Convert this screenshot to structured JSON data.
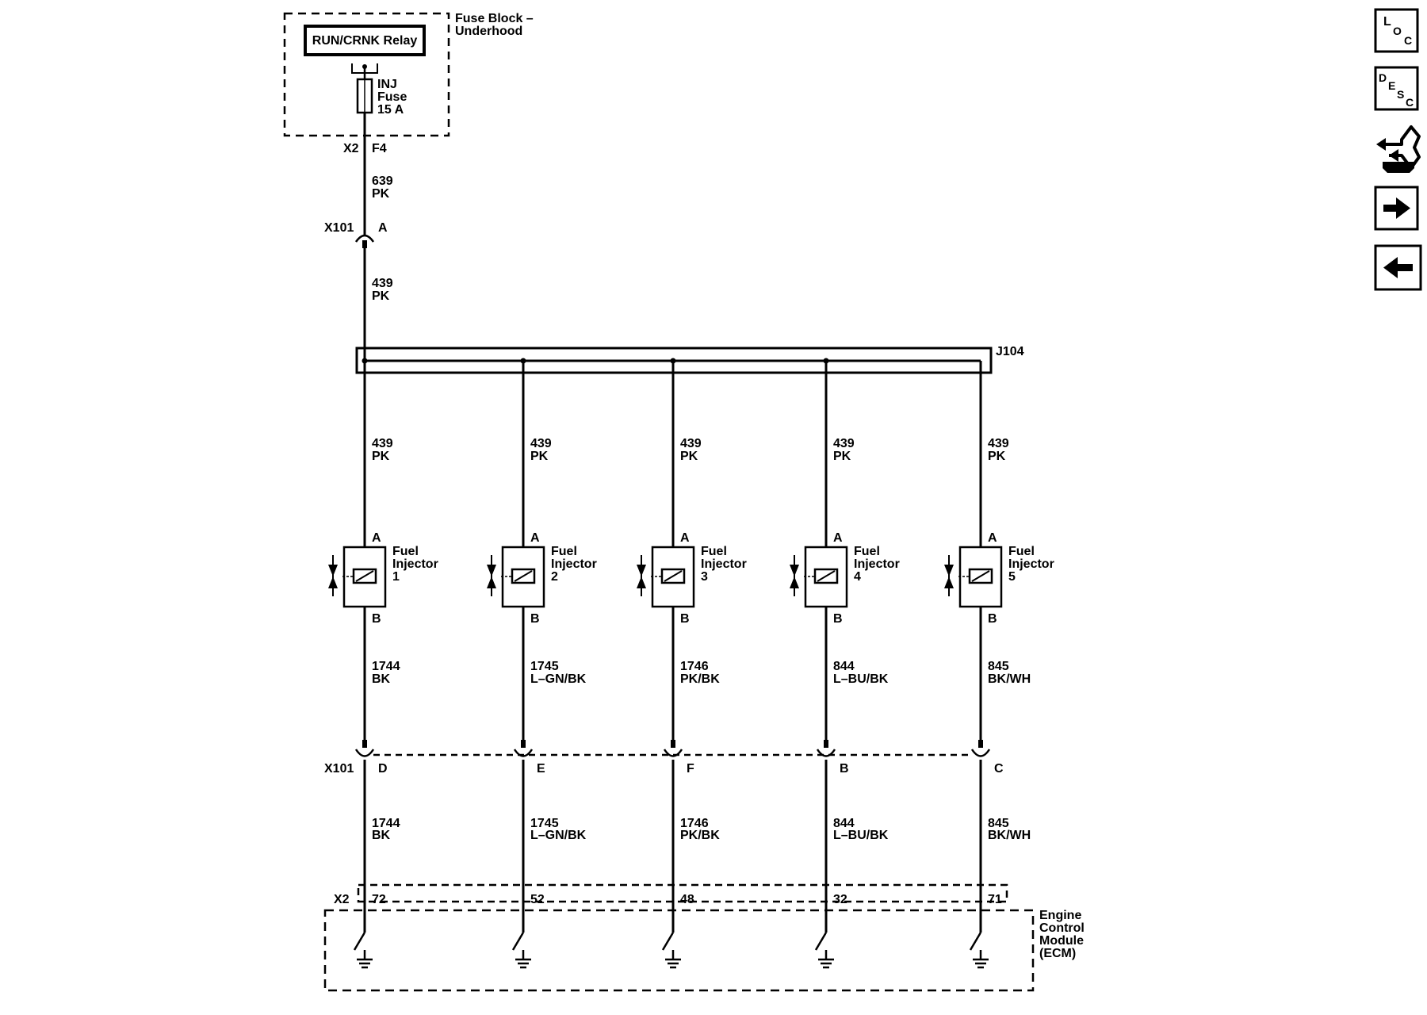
{
  "fuse_block": {
    "title_line1": "Fuse Block –",
    "title_line2": "Underhood",
    "relay_label": "RUN/CRNK Relay",
    "fuse_line1": "INJ",
    "fuse_line2": "Fuse",
    "fuse_line3": "15 A",
    "connector": "X2",
    "pin": "F4"
  },
  "feed_wire_upper": {
    "circuit": "639",
    "color": "PK"
  },
  "connector_x101_top": {
    "name": "X101",
    "pin": "A"
  },
  "feed_wire_lower": {
    "circuit": "439",
    "color": "PK"
  },
  "splice": {
    "name": "J104"
  },
  "injectors": [
    {
      "label_line1": "Fuel",
      "label_line2": "Injector",
      "number": "1",
      "pin_a": "A",
      "pin_b": "B",
      "supply": {
        "circuit": "439",
        "color": "PK"
      },
      "control": {
        "circuit": "1744",
        "color": "BK"
      },
      "x101_pin": "D",
      "ecm_wire": {
        "circuit": "1744",
        "color": "BK"
      },
      "ecm_pin": "72"
    },
    {
      "label_line1": "Fuel",
      "label_line2": "Injector",
      "number": "2",
      "pin_a": "A",
      "pin_b": "B",
      "supply": {
        "circuit": "439",
        "color": "PK"
      },
      "control": {
        "circuit": "1745",
        "color": "L–GN/BK"
      },
      "x101_pin": "E",
      "ecm_wire": {
        "circuit": "1745",
        "color": "L–GN/BK"
      },
      "ecm_pin": "52"
    },
    {
      "label_line1": "Fuel",
      "label_line2": "Injector",
      "number": "3",
      "pin_a": "A",
      "pin_b": "B",
      "supply": {
        "circuit": "439",
        "color": "PK"
      },
      "control": {
        "circuit": "1746",
        "color": "PK/BK"
      },
      "x101_pin": "F",
      "ecm_wire": {
        "circuit": "1746",
        "color": "PK/BK"
      },
      "ecm_pin": "48"
    },
    {
      "label_line1": "Fuel",
      "label_line2": "Injector",
      "number": "4",
      "pin_a": "A",
      "pin_b": "B",
      "supply": {
        "circuit": "439",
        "color": "PK"
      },
      "control": {
        "circuit": "844",
        "color": "L–BU/BK"
      },
      "x101_pin": "B",
      "ecm_wire": {
        "circuit": "844",
        "color": "L–BU/BK"
      },
      "ecm_pin": "32"
    },
    {
      "label_line1": "Fuel",
      "label_line2": "Injector",
      "number": "5",
      "pin_a": "A",
      "pin_b": "B",
      "supply": {
        "circuit": "439",
        "color": "PK"
      },
      "control": {
        "circuit": "845",
        "color": "BK/WH"
      },
      "x101_pin": "C",
      "ecm_wire": {
        "circuit": "845",
        "color": "BK/WH"
      },
      "ecm_pin": "71"
    }
  ],
  "connector_x101_bottom": {
    "name": "X101"
  },
  "ecm": {
    "connector": "X2",
    "line1": "Engine",
    "line2": "Control",
    "line3": "Module",
    "line4": "(ECM)"
  },
  "nav": {
    "loc_l": "L",
    "loc_o": "O",
    "loc_c": "C",
    "desc_d": "D",
    "desc_e": "E",
    "desc_s": "S",
    "desc_c": "C",
    "icons": [
      "loc-icon",
      "desc-icon",
      "connector-icon",
      "arrow-right-icon",
      "arrow-left-icon"
    ]
  }
}
